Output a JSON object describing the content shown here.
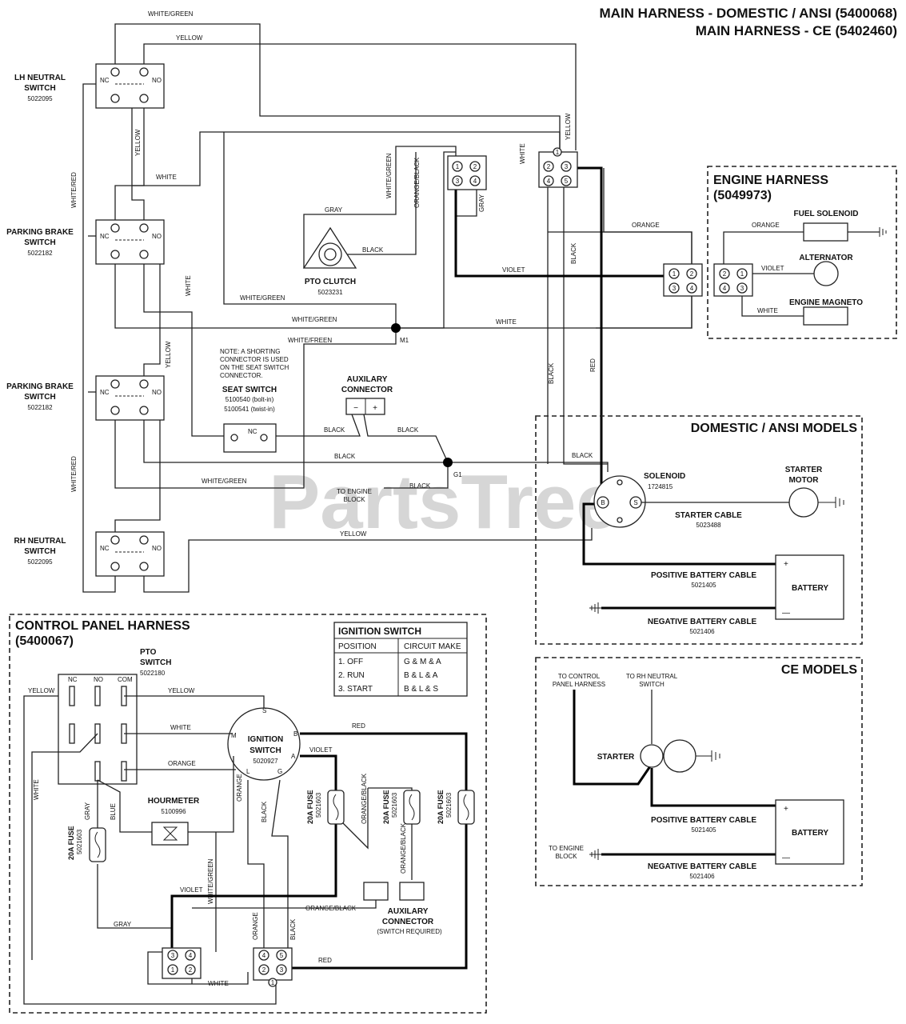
{
  "titles": {
    "main_domestic": "MAIN HARNESS - DOMESTIC / ANSI (5400068)",
    "main_ce": "MAIN HARNESS - CE (5402460)"
  },
  "watermark": "PartsTree",
  "components": {
    "lh_neutral": {
      "name": "LH NEUTRAL\nSWITCH",
      "l1": "LH NEUTRAL",
      "l2": "SWITCH",
      "part": "5022095"
    },
    "parking_brake_1": {
      "l1": "PARKING BRAKE",
      "l2": "SWITCH",
      "part": "5022182"
    },
    "parking_brake_2": {
      "l1": "PARKING BRAKE",
      "l2": "SWITCH",
      "part": "5022182"
    },
    "rh_neutral": {
      "l1": "RH NEUTRAL",
      "l2": "SWITCH",
      "part": "5022095"
    },
    "pto_clutch": {
      "name": "PTO CLUTCH",
      "part": "5023231"
    },
    "seat_switch": {
      "name": "SEAT SWITCH",
      "p1": "5100540 (bolt-in)",
      "p2": "5100541 (twist-in)"
    },
    "note": {
      "l1": "NOTE: A SHORTING",
      "l2": "CONNECTOR IS USED",
      "l3": "ON THE SEAT SWITCH",
      "l4": "CONNECTOR."
    },
    "aux_connector": {
      "l1": "AUXILARY",
      "l2": "CONNECTOR",
      "minus": "−",
      "plus": "+"
    },
    "to_engine_block": {
      "l1": "TO ENGINE",
      "l2": "BLOCK"
    },
    "m1": "M1",
    "g1": "G1",
    "nc": "NC",
    "no": "NO",
    "com": "COM"
  },
  "engine_harness": {
    "title1": "ENGINE HARNESS",
    "title2": "(5049973)",
    "fuel_solenoid": "FUEL SOLENOID",
    "alternator": "ALTERNATOR",
    "engine_magneto": "ENGINE MAGNETO"
  },
  "domestic": {
    "title": "DOMESTIC / ANSI MODELS",
    "solenoid": "SOLENOID",
    "solenoid_part": "1724815",
    "starter_motor_1": "STARTER",
    "starter_motor_2": "MOTOR",
    "starter_cable": "STARTER CABLE",
    "starter_cable_part": "5023488",
    "pos_cable": "POSITIVE BATTERY CABLE",
    "pos_cable_part": "5021405",
    "battery": "BATTERY",
    "neg_cable": "NEGATIVE BATTERY CABLE",
    "neg_cable_part": "5021406",
    "plus": "+",
    "minus": "—",
    "b": "B",
    "s": "S"
  },
  "ce": {
    "title": "CE MODELS",
    "to_control_1": "TO CONTROL",
    "to_control_2": "PANEL HARNESS",
    "to_rh_1": "TO RH NEUTRAL",
    "to_rh_2": "SWITCH",
    "starter": "STARTER",
    "pos_cable": "POSITIVE BATTERY CABLE",
    "pos_cable_part": "5021405",
    "battery": "BATTERY",
    "to_engine_1": "TO ENGINE",
    "to_engine_2": "BLOCK",
    "neg_cable": "NEGATIVE BATTERY CABLE",
    "neg_cable_part": "5021406",
    "plus": "+",
    "minus": "—"
  },
  "control_panel": {
    "title1": "CONTROL PANEL HARNESS",
    "title2": "(5400067)",
    "pto_switch_1": "PTO",
    "pto_switch_2": "SWITCH",
    "pto_switch_part": "5022180",
    "ignition_1": "IGNITION",
    "ignition_2": "SWITCH",
    "ignition_part": "5020927",
    "hourmeter": "HOURMETER",
    "hourmeter_part": "5100996",
    "fuse_label": "20A FUSE",
    "fuse_part": "5021603",
    "aux_1": "AUXILARY",
    "aux_2": "CONNECTOR",
    "aux_3": "(SWITCH REQUIRED)",
    "pins": {
      "s": "S",
      "m": "M",
      "b": "B",
      "a": "A",
      "l": "L",
      "g": "G"
    }
  },
  "ignition_table": {
    "title": "IGNITION SWITCH",
    "headers": [
      "POSITION",
      "CIRCUIT MAKE"
    ],
    "rows": [
      [
        "1. OFF",
        "G & M & A"
      ],
      [
        "2. RUN",
        "B & L & A"
      ],
      [
        "3. START",
        "B & L & S"
      ]
    ]
  },
  "wire_labels": {
    "white_green": "WHITE/GREEN",
    "white_green_2": "WHITE/GREEN",
    "white_green_3": "WHITE/GREEN",
    "white_green_4": "WHITE/GREEN",
    "white_green_5": "WHITE/GREEN",
    "white_fren": "WHITE/FREEN",
    "yellow": "YELLOW",
    "yellow_v1": "YELLOW",
    "yellow_v2": "YELLOW",
    "yellow_v3": "YELLOW",
    "yellow_h2": "YELLOW",
    "white": "WHITE",
    "white_v": "WHITE",
    "white_v2": "WHITE",
    "white_h3": "WHITE",
    "white_red_1": "WHITE/RED",
    "white_red_2": "WHITE/RED",
    "white_green_v": "WHITE/GREEN",
    "orange_black_v": "ORANGE/BLACK",
    "gray": "GRAY",
    "gray_h": "GRAY",
    "black": "BLACK",
    "black_1": "BLACK",
    "black_2": "BLACK",
    "black_3": "BLACK",
    "black_4": "BLACK",
    "black_5": "BLACK",
    "black_v1": "BLACK",
    "black_v2": "BLACK",
    "violet": "VIOLET",
    "violet_e": "VIOLET",
    "orange": "ORANGE",
    "orange_e": "ORANGE",
    "red_v": "RED",
    "white_e": "WHITE",
    "cp_yellow_1": "YELLOW",
    "cp_yellow_2": "YELLOW",
    "cp_white": "WHITE",
    "cp_orange": "ORANGE",
    "cp_red": "RED",
    "cp_violet": "VIOLET",
    "cp_white_v": "WHITE",
    "cp_gray_v": "GRAY",
    "cp_blue": "BLUE",
    "cp_orange_v": "ORANGE",
    "cp_black_v": "BLACK",
    "cp_white_green_v": "WHITE/GREEN",
    "cp_orange_black_1": "ORANGE/BLACK",
    "cp_orange_black_2": "ORANGE/BLACK",
    "cp_orange_black_h": "ORANGE/BLACK",
    "cp_violet_h": "VIOLET",
    "cp_gray_h": "GRAY",
    "cp_orange_v2": "ORANGE",
    "cp_black_v2": "BLACK",
    "cp_red_h": "RED",
    "cp_white_h": "WHITE"
  },
  "pins": {
    "p1": "1",
    "p2": "2",
    "p3": "3",
    "p4": "4",
    "p5": "5"
  }
}
